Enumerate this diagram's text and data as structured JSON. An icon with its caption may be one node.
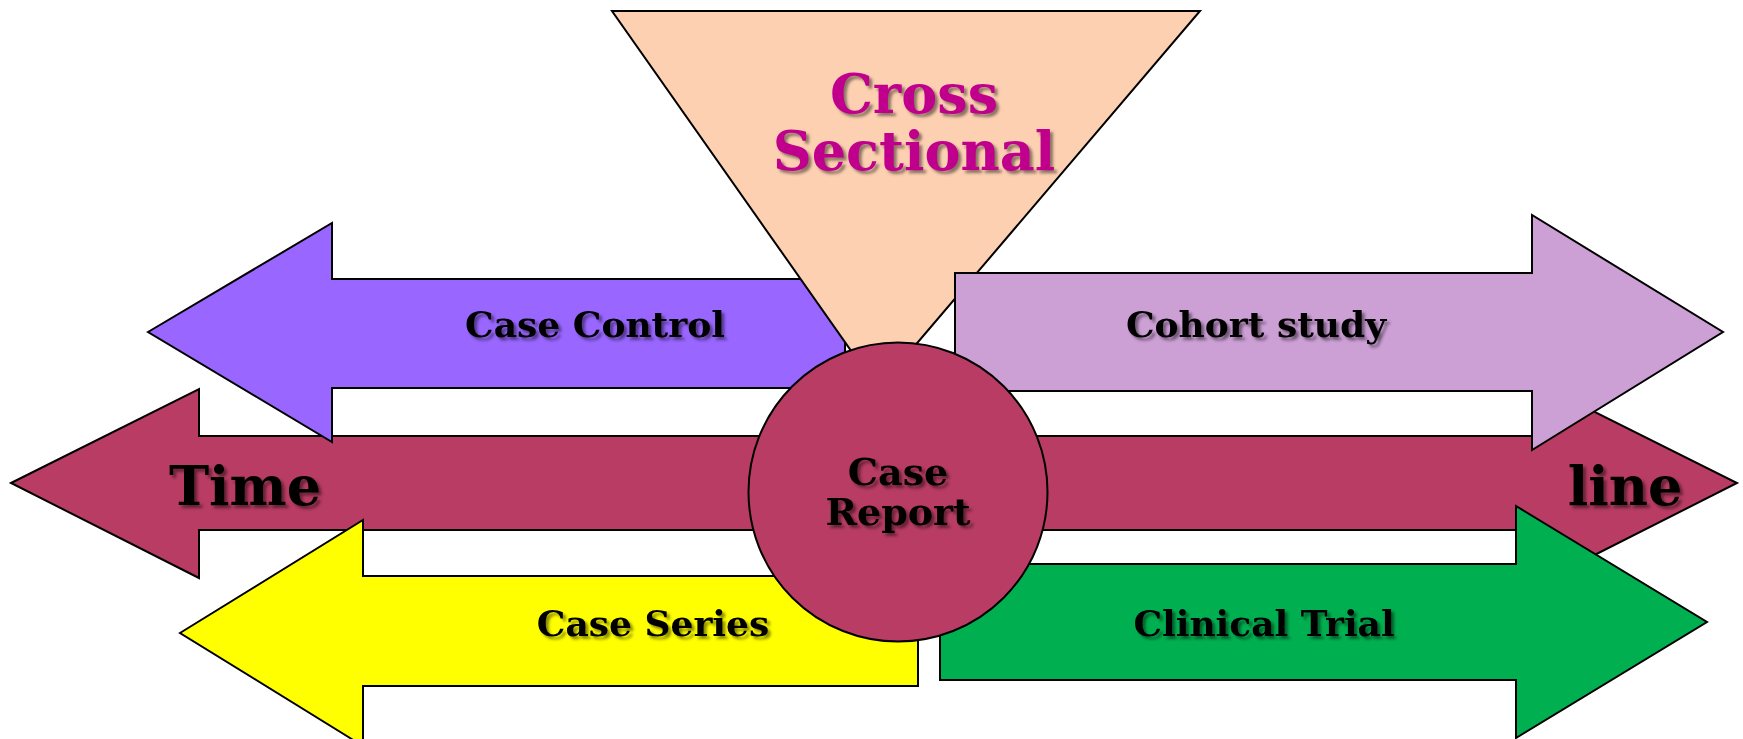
{
  "diagram": {
    "nodes": [
      {
        "text": [
          "Cross Sectional"
        ]
      },
      {
        "text": [
          "Case Control"
        ]
      },
      {
        "text": [
          "Cohort study"
        ]
      },
      {
        "text": [
          "Time",
          "line"
        ]
      },
      {
        "text": [
          "Case Report"
        ]
      },
      {
        "text": [
          "Case Series"
        ]
      },
      {
        "text": [
          "Clinical Trial"
        ]
      }
    ]
  }
}
